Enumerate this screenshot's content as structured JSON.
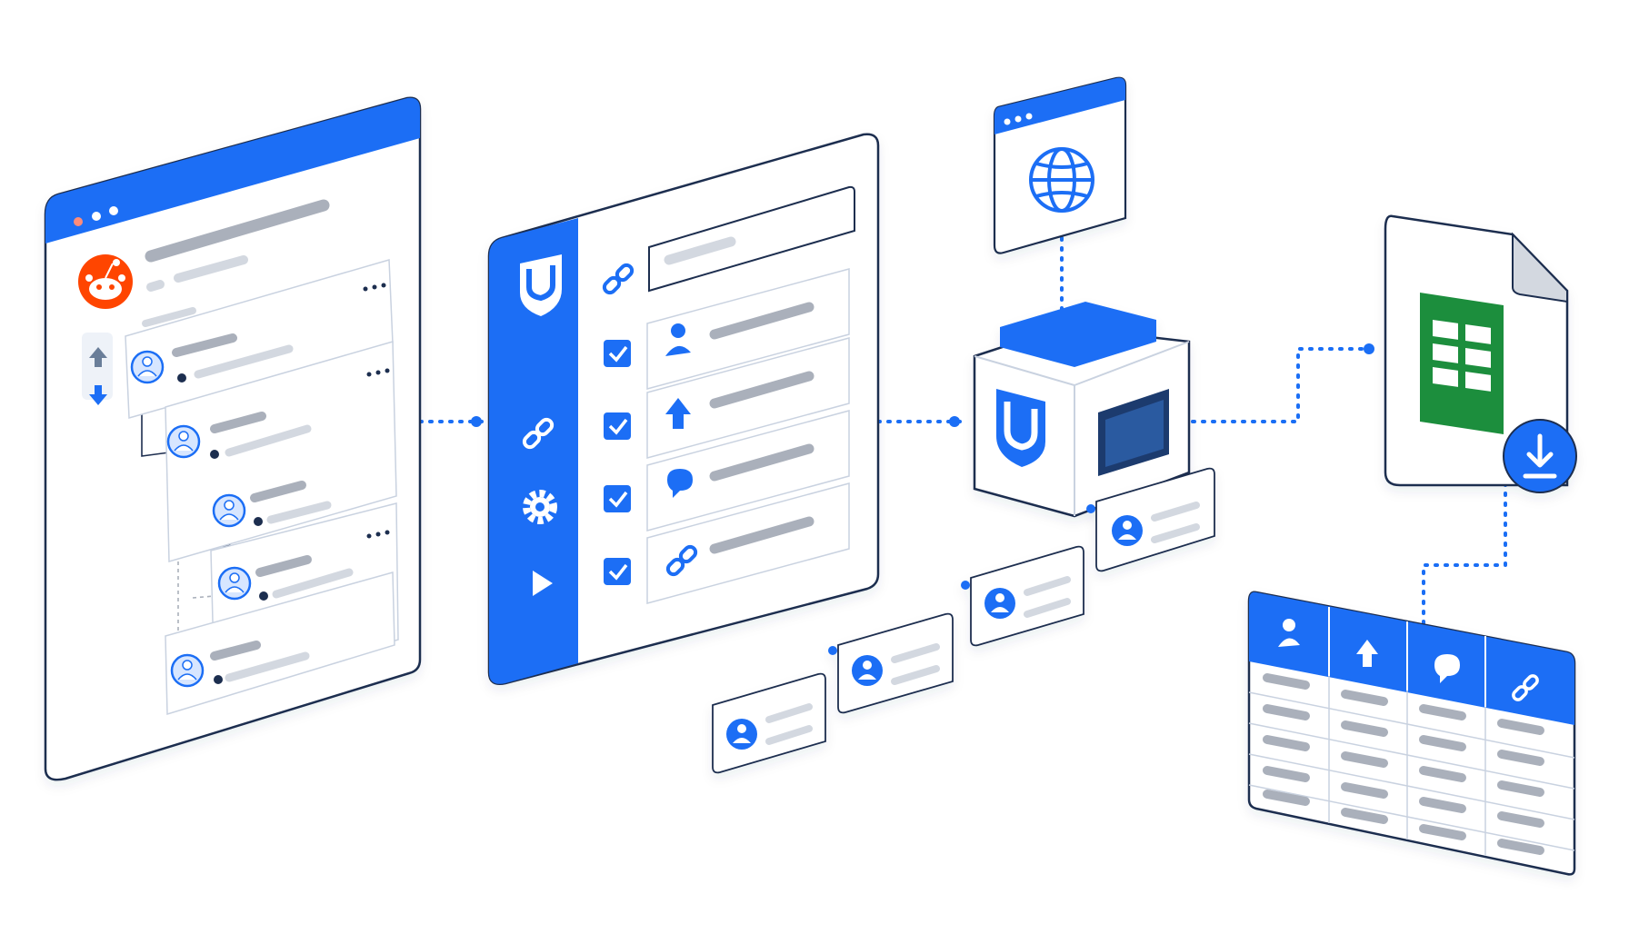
{
  "colors": {
    "brand_blue": "#1a6ef5",
    "navy_outline": "#1e2d4f",
    "gray_bar": "#aab0bb",
    "light_gray_bar": "#d3d8e0",
    "reddit_orange": "#ff4500",
    "sheets_green": "#1e8e3e",
    "panel_fill": "#ffffff",
    "page_bg": "#ffffff"
  },
  "icons": {
    "forum_logo": "reddit-alien-icon",
    "extractor_logo": "shield-u-icon",
    "web_source": "globe-icon",
    "spreadsheet": "google-sheets-icon",
    "download": "download-arrow-icon",
    "data_fields": [
      "user-icon",
      "upvote-arrow-icon",
      "comment-bubble-icon",
      "link-icon"
    ],
    "sidebar": [
      "link-icon",
      "gear-icon",
      "play-icon"
    ]
  },
  "stages": [
    {
      "id": "reddit-thread",
      "kind": "browser-window"
    },
    {
      "id": "scraper-config",
      "kind": "app-window"
    },
    {
      "id": "processing-box",
      "kind": "machine"
    },
    {
      "id": "export-sheet",
      "kind": "file"
    },
    {
      "id": "result-table",
      "kind": "table",
      "columns": 4,
      "rows": 5
    }
  ],
  "config_panel": {
    "checked_fields": [
      true,
      true,
      true,
      true
    ]
  },
  "output_records": {
    "count": 4
  }
}
